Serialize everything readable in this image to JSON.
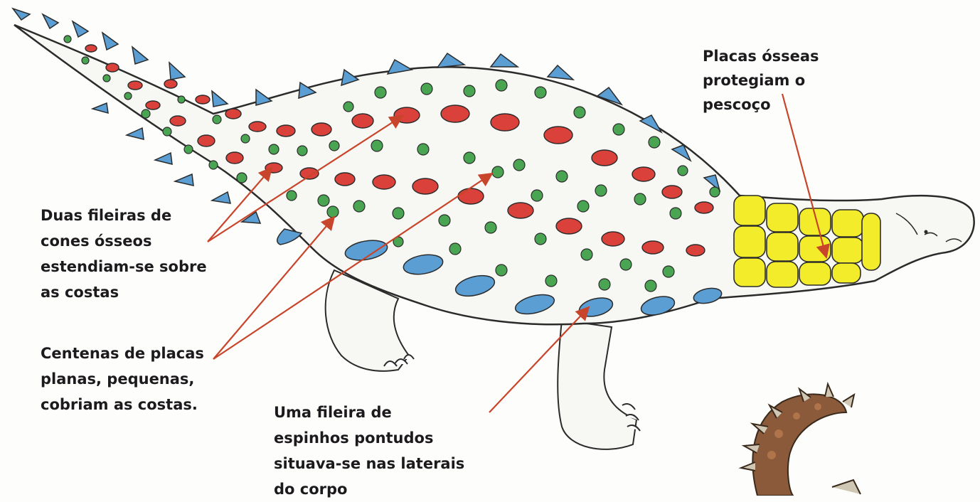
{
  "diagram": {
    "labels": {
      "dorsal_cones": [
        "Duas fileiras de",
        "cones ósseos",
        "estendiam-se sobre",
        "as costas"
      ],
      "small_plates": [
        "Centenas de placas",
        "planas, pequenas,",
        "cobriam as costas."
      ],
      "side_spikes": [
        "Uma fileira de",
        "espinhos pontudos",
        "situava-se nas laterais",
        "do corpo"
      ],
      "neck_plates": [
        "Placas ósseas",
        "protegiam o",
        "pescoço"
      ]
    },
    "colors": {
      "text": "#1c1a1d",
      "arrow": "#c8442a",
      "body": "#f7f7f3",
      "outline": "#2b2b2b",
      "red_cones": "#d9413a",
      "green_plates": "#4aa552",
      "blue_spikes": "#5a9ed4",
      "yellow_neck": "#f2ec2a",
      "inset_creature": "#8a5a3a"
    }
  }
}
